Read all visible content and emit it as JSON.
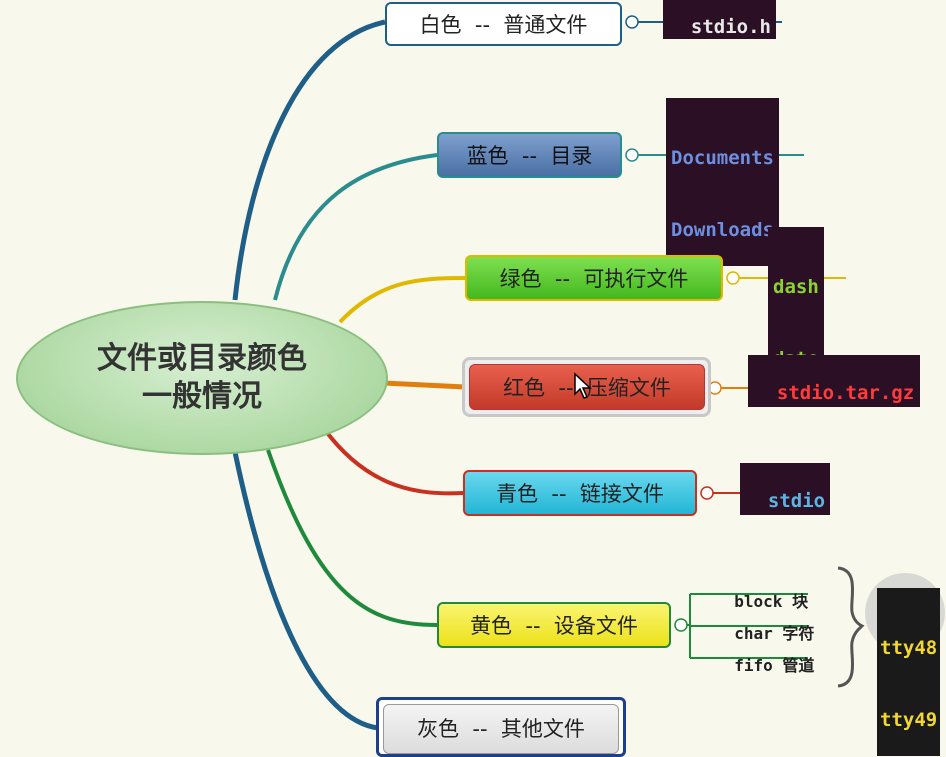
{
  "center": {
    "line1": "文件或目录颜色",
    "line2": "一般情况"
  },
  "nodes": {
    "white": {
      "label": "白色  --  普通文件",
      "example": "stdio.h"
    },
    "blue": {
      "label": "蓝色  --  目录",
      "example_lines": [
        "Documents",
        "Downloads"
      ]
    },
    "green": {
      "label": "绿色  --  可执行文件",
      "example_lines": [
        "dash",
        "date"
      ]
    },
    "red": {
      "label": "红色  --  压缩文件",
      "example": "stdio.tar.gz"
    },
    "cyan": {
      "label": "青色  --  链接文件",
      "example": "stdio"
    },
    "yellow": {
      "label": "黄色  --  设备文件",
      "children": [
        "block 块",
        "char 字符",
        "fifo 管道"
      ],
      "example_lines": [
        "tty48",
        "tty49"
      ]
    },
    "gray": {
      "label": "灰色  --  其他文件"
    }
  },
  "colors": {
    "white_node": "#ffffff",
    "blue_node": "#5a7fb3",
    "green_node": "#5fcf35",
    "red_node": "#d94a3a",
    "cyan_node": "#2fc6e3",
    "yellow_node": "#f4ec30",
    "gray_node": "#e8e8e8",
    "terminal_bg": "#2b0f24",
    "blue_text": "#6d8fe0",
    "green_text": "#8ad32e",
    "red_text": "#ff3b3b",
    "cyan_text": "#5fb3e3",
    "yellow_text": "#f0d733"
  }
}
